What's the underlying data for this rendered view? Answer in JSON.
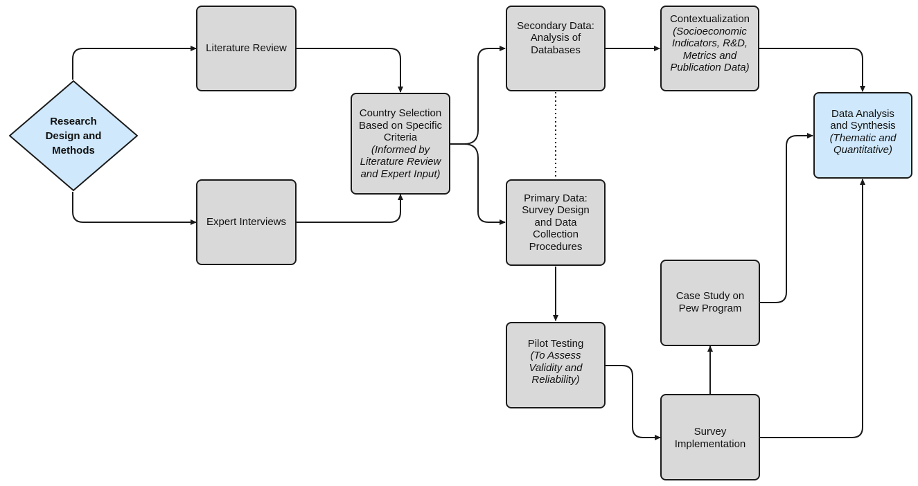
{
  "nodes": {
    "start": {
      "line1": "Research",
      "line2": "Design and",
      "line3": "Methods"
    },
    "literature": {
      "title": "Literature Review"
    },
    "expert": {
      "title": "Expert Interviews"
    },
    "country": {
      "l1": "Country Selection",
      "l2": "Based on Specific",
      "l3": "Criteria",
      "l4": "(Informed by",
      "l5": "Literature Review",
      "l6": "and Expert Input)"
    },
    "secondary": {
      "l1": "Secondary Data:",
      "l2": "Analysis of",
      "l3": "Databases"
    },
    "primary": {
      "l1": "Primary Data:",
      "l2": "Survey Design",
      "l3": "and Data",
      "l4": "Collection",
      "l5": "Procedures"
    },
    "context": {
      "l1": "Contextualization",
      "l2": "(Socioeconomic",
      "l3": "Indicators, R&D,",
      "l4": "Metrics and",
      "l5": "Publication Data)"
    },
    "synthesis": {
      "l1": "Data Analysis",
      "l2": "and Synthesis",
      "l3": "(Thematic and",
      "l4": "Quantitative)"
    },
    "pilot": {
      "l1": "Pilot Testing",
      "l2": "(To Assess",
      "l3": "Validity and",
      "l4": "Reliability)"
    },
    "casestudy": {
      "l1": "Case Study on",
      "l2": "Pew Program"
    },
    "survey": {
      "l1": "Survey",
      "l2": "Implementation"
    }
  },
  "colors": {
    "process_fill": "#d9d9d9",
    "highlight_fill": "#cfe8fb",
    "stroke": "#1a1a1a"
  }
}
